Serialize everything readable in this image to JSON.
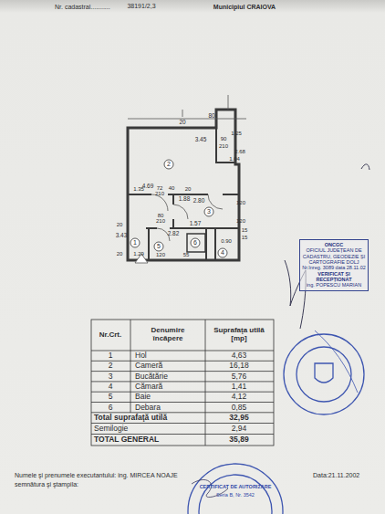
{
  "diagram": {
    "nodes": [
      {
        "text": [
          "ONCGC",
          "OFICIUL JUDEȚEAN DE CADASTRU, GEODEZIE ȘI CARTOGRAFIE DOLJ",
          "Nr.înreg. 3089 data 28.11.02",
          "VERIFICAT ȘI RECEPȚIONAT",
          "ing. POPESCU MARIAN"
        ]
      }
    ],
    "labels": [
      "Nr. cadastral...........",
      "38191/2,3",
      "Municipiul CRAIOVA",
      "20",
      "80",
      "3.45",
      "90",
      "210",
      "1.25",
      "2.68",
      "1.04",
      "4.69",
      "20",
      "1.35",
      "72",
      "210",
      "40",
      "1.88",
      "2.80",
      "120",
      "80",
      "210",
      "20",
      "3.43",
      "120",
      "2.82",
      "1.57",
      "15",
      "15",
      "0.90",
      "1.29",
      "120",
      "55",
      "20",
      "1",
      "2",
      "3",
      "4",
      "5",
      "6",
      "Nr.Crt.",
      "Denumire încăpere",
      "Suprafaţa utilă [mp]",
      "1",
      "Hol",
      "4,63",
      "2",
      "Cameră",
      "16,18",
      "3",
      "Bucătărie",
      "5,76",
      "4",
      "Cămară",
      "1,41",
      "5",
      "Baie",
      "4,12",
      "6",
      "Debara",
      "0,85",
      "Total suprafaţă utilă",
      "32,95",
      "Semilogie",
      "2,94",
      "TOTAL GENERAL",
      "35,89",
      "Numele şi prenumele executantului: ing. MIRCEA NOAJE",
      "semnătura şi ştampila:",
      "Data:21.11.2002",
      "CERTIFICAT DE AUTORIZARE",
      "Seria B, Nr. 3542"
    ]
  }
}
